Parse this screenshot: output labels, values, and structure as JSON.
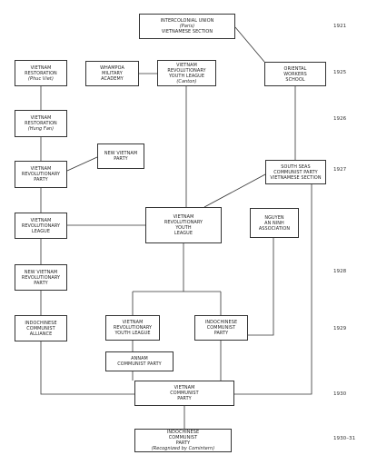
{
  "nodes": {
    "intercolonial_union": {
      "lines": [
        "INTERCOLONIAL UNION",
        "(Paris)",
        "VIETNAMESE SECTION"
      ]
    },
    "vn_restoration_phuc_viet": {
      "lines": [
        "VIETNAM",
        "RESTORATION",
        "(Phuc Viet)"
      ]
    },
    "whampoa": {
      "lines": [
        "WHAMPOA",
        "MILITARY",
        "ACADEMY"
      ]
    },
    "vn_rev_youth_canton": {
      "lines": [
        "VIETNAM",
        "REVOLUTIONARY",
        "YOUTH LEAGUE",
        "(Canton)"
      ]
    },
    "oriental_workers": {
      "lines": [
        "ORIENTAL",
        "WORKERS",
        "SCHOOL"
      ]
    },
    "vn_restoration_hung_fan": {
      "lines": [
        "VIETNAM",
        "RESTORATION",
        "(Hung Fan)"
      ]
    },
    "new_vietnam_party": {
      "lines": [
        "NEW VIETNAM",
        "PARTY"
      ]
    },
    "vn_revolutionary_party": {
      "lines": [
        "VIETNAM",
        "REVOLUTIONARY",
        "PARTY"
      ]
    },
    "south_seas": {
      "lines": [
        "SOUTH SEAS",
        "COMMUNIST PARTY",
        "VIETNAMESE SECTION"
      ]
    },
    "vn_revolutionary_league": {
      "lines": [
        "VIETNAM",
        "REVOLUTIONARY",
        "LEAGUE"
      ]
    },
    "vn_rev_youth_league_mid": {
      "lines": [
        "VIETNAM",
        "REVOLUTIONARY",
        "YOUTH",
        "LEAGUE"
      ]
    },
    "nguyen_an_ninh": {
      "lines": [
        "NGUYEN",
        "AN NINH",
        "ASSOCIATION"
      ]
    },
    "new_vn_rev_party": {
      "lines": [
        "NEW VIETNAM",
        "REVOLUTIONARY",
        "PARTY"
      ]
    },
    "indochinese_comm_alliance": {
      "lines": [
        "INDOCHINESE",
        "COMMUNIST",
        "ALLIANCE"
      ]
    },
    "vn_rev_youth_league_1929": {
      "lines": [
        "VIETNAM",
        "REVOLUTIONARY",
        "YOUTH LEAGUE"
      ]
    },
    "indochinese_comm_party_1929": {
      "lines": [
        "INDOCHINESE",
        "COMMUNIST",
        "PARTY"
      ]
    },
    "annam_comm_party": {
      "lines": [
        "ANNAM",
        "COMMUNIST PARTY"
      ]
    },
    "vietnam_comm_party": {
      "lines": [
        "VIETNAM",
        "COMMUNIST",
        "PARTY"
      ]
    },
    "indochinese_comm_party_final": {
      "lines": [
        "INDOCHINESE",
        "COMMUNIST",
        "PARTY",
        "(Recognized by Comintern)"
      ]
    }
  },
  "years": {
    "y1921": "1921",
    "y1925": "1925",
    "y1926": "1926",
    "y1927": "1927",
    "y1928": "1928",
    "y1929": "1929",
    "y1930": "1930",
    "y1930_31": "1930–31"
  }
}
